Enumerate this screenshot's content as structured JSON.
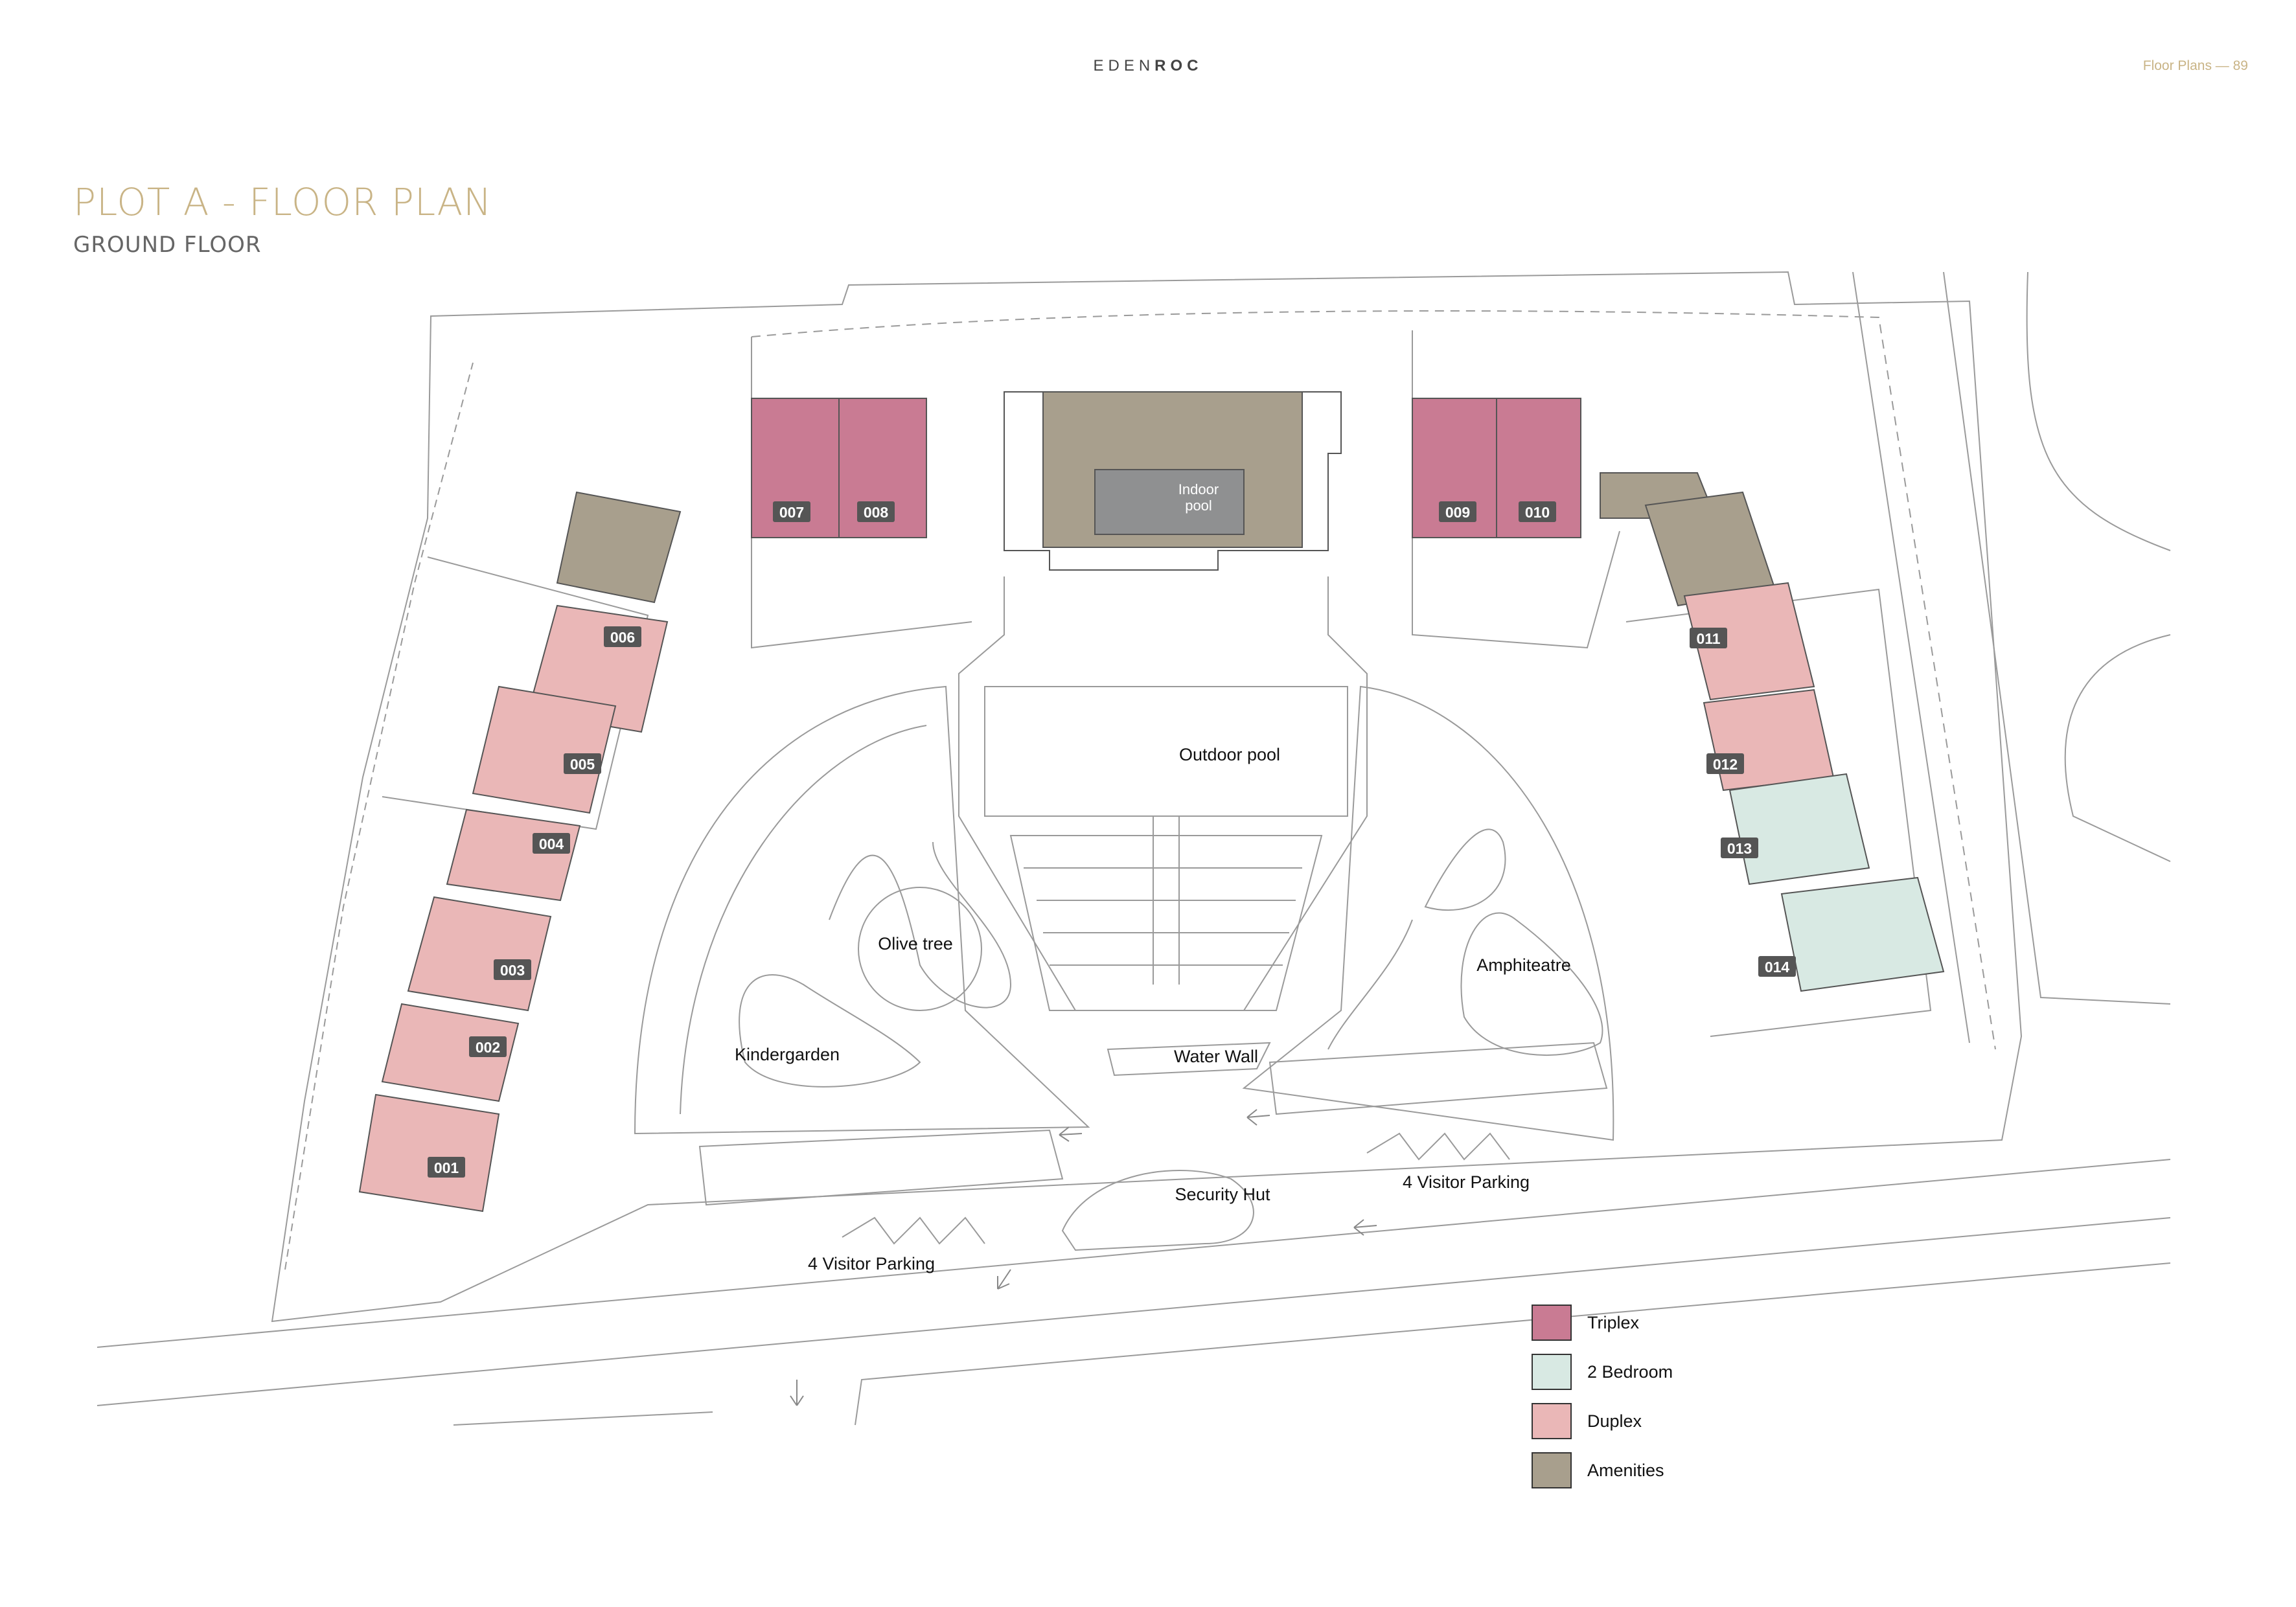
{
  "header": {
    "brand_light": "EDEN",
    "brand_bold": "ROC",
    "page_ref": "Floor Plans — 89"
  },
  "title": "PLOT A - FLOOR PLAN",
  "subtitle": "GROUND FLOOR",
  "colors": {
    "triplex": "#c97b93",
    "two_bedroom": "#d8e9e3",
    "duplex": "#eab7b7",
    "amenities": "#a89f8d",
    "accent": "#c9b486"
  },
  "units": {
    "u001": "001",
    "u002": "002",
    "u003": "003",
    "u004": "004",
    "u005": "005",
    "u006": "006",
    "u007": "007",
    "u008": "008",
    "u009": "009",
    "u010": "010",
    "u011": "011",
    "u012": "012",
    "u013": "013",
    "u014": "014"
  },
  "labels": {
    "indoor_pool_1": "Indoor",
    "indoor_pool_2": "pool",
    "outdoor_pool": "Outdoor pool",
    "olive_tree": "Olive tree",
    "amphiteatre": "Amphiteatre",
    "kindergarden": "Kindergarden",
    "water_wall": "Water Wall",
    "security_hut": "Security Hut",
    "visitor_parking_right": "4 Visitor Parking",
    "visitor_parking_left": "4 Visitor Parking"
  },
  "legend": [
    {
      "label": "Triplex",
      "color": "#c97b93"
    },
    {
      "label": "2 Bedroom",
      "color": "#d8e9e3"
    },
    {
      "label": "Duplex",
      "color": "#eab7b7"
    },
    {
      "label": "Amenities",
      "color": "#a89f8d"
    }
  ]
}
